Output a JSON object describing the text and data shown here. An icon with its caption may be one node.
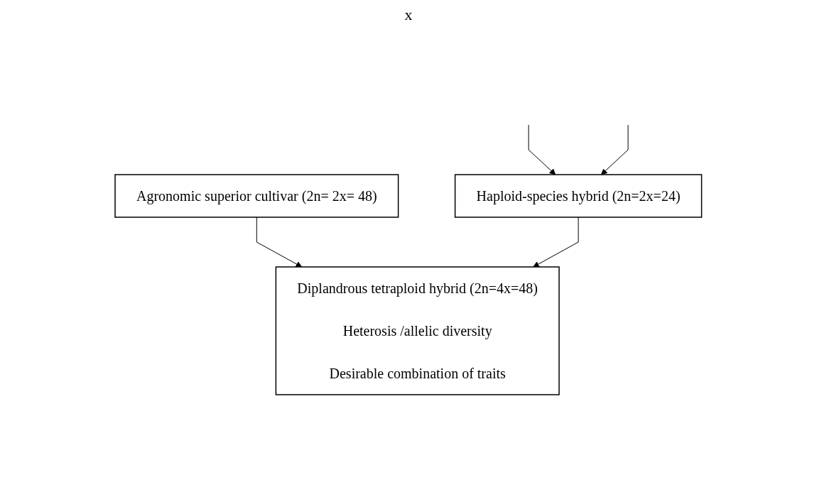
{
  "diagram": {
    "nodes": [
      {
        "text": [
          "Agronomic superior cultivar (2n= 2x= 48)"
        ]
      },
      {
        "text": [
          "Haploid-species hybrid (2n=2x=24)"
        ]
      },
      {
        "text": [
          "Diplandrous tetraploid hybrid (2n=4x=48)",
          "Heterosis /allelic diversity",
          "Desirable combination of traits"
        ]
      }
    ],
    "edges": [
      {
        "from": null,
        "to": 1,
        "arrow": "to"
      },
      {
        "from": null,
        "to": 1,
        "arrow": "to"
      },
      {
        "from": 0,
        "to": 2,
        "arrow": "to"
      },
      {
        "from": 1,
        "to": 2,
        "arrow": "to"
      }
    ],
    "labels": [
      "x"
    ]
  }
}
